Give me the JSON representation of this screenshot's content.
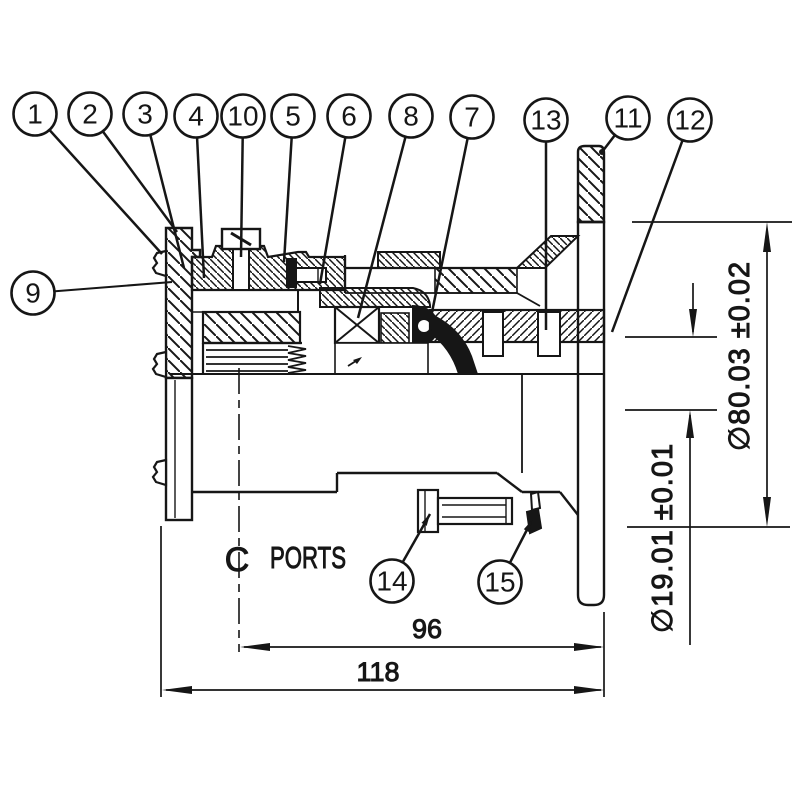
{
  "callouts": [
    "1",
    "2",
    "3",
    "4",
    "10",
    "5",
    "6",
    "8",
    "7",
    "13",
    "11",
    "12",
    "9",
    "14",
    "15"
  ],
  "dimensions": {
    "diameter_outer": "∅80.03 ±0.02",
    "diameter_shaft": "∅19.01 ±0.01",
    "length_ports_to_flange": "96",
    "length_overall": "118"
  },
  "labels": {
    "ports": "PORTS",
    "centerline": "C"
  }
}
